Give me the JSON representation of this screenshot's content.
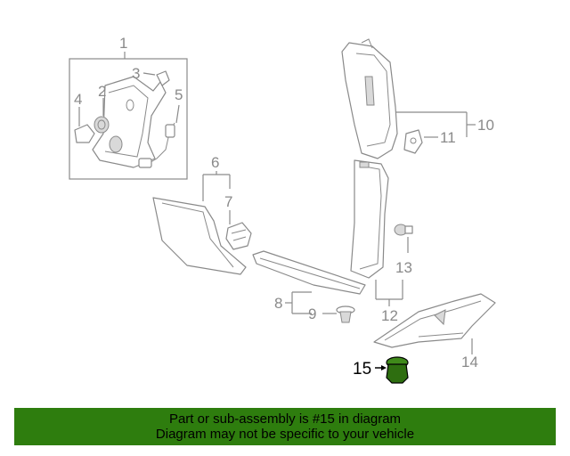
{
  "callouts": {
    "c1": "1",
    "c2": "2",
    "c3": "3",
    "c4": "4",
    "c5": "5",
    "c6": "6",
    "c7": "7",
    "c8": "8",
    "c9": "9",
    "c10": "10",
    "c11": "11",
    "c12": "12",
    "c13": "13",
    "c14": "14",
    "c15": "15"
  },
  "highlighted_part": "15",
  "banner": {
    "line1": "Part or sub-assembly is #15 in diagram",
    "line2": "Diagram may not be specific to your vehicle",
    "background_color": "#2e7d0e"
  },
  "colors": {
    "line_art": "#8a8a8a",
    "highlight_part": "#3f8a1a"
  }
}
